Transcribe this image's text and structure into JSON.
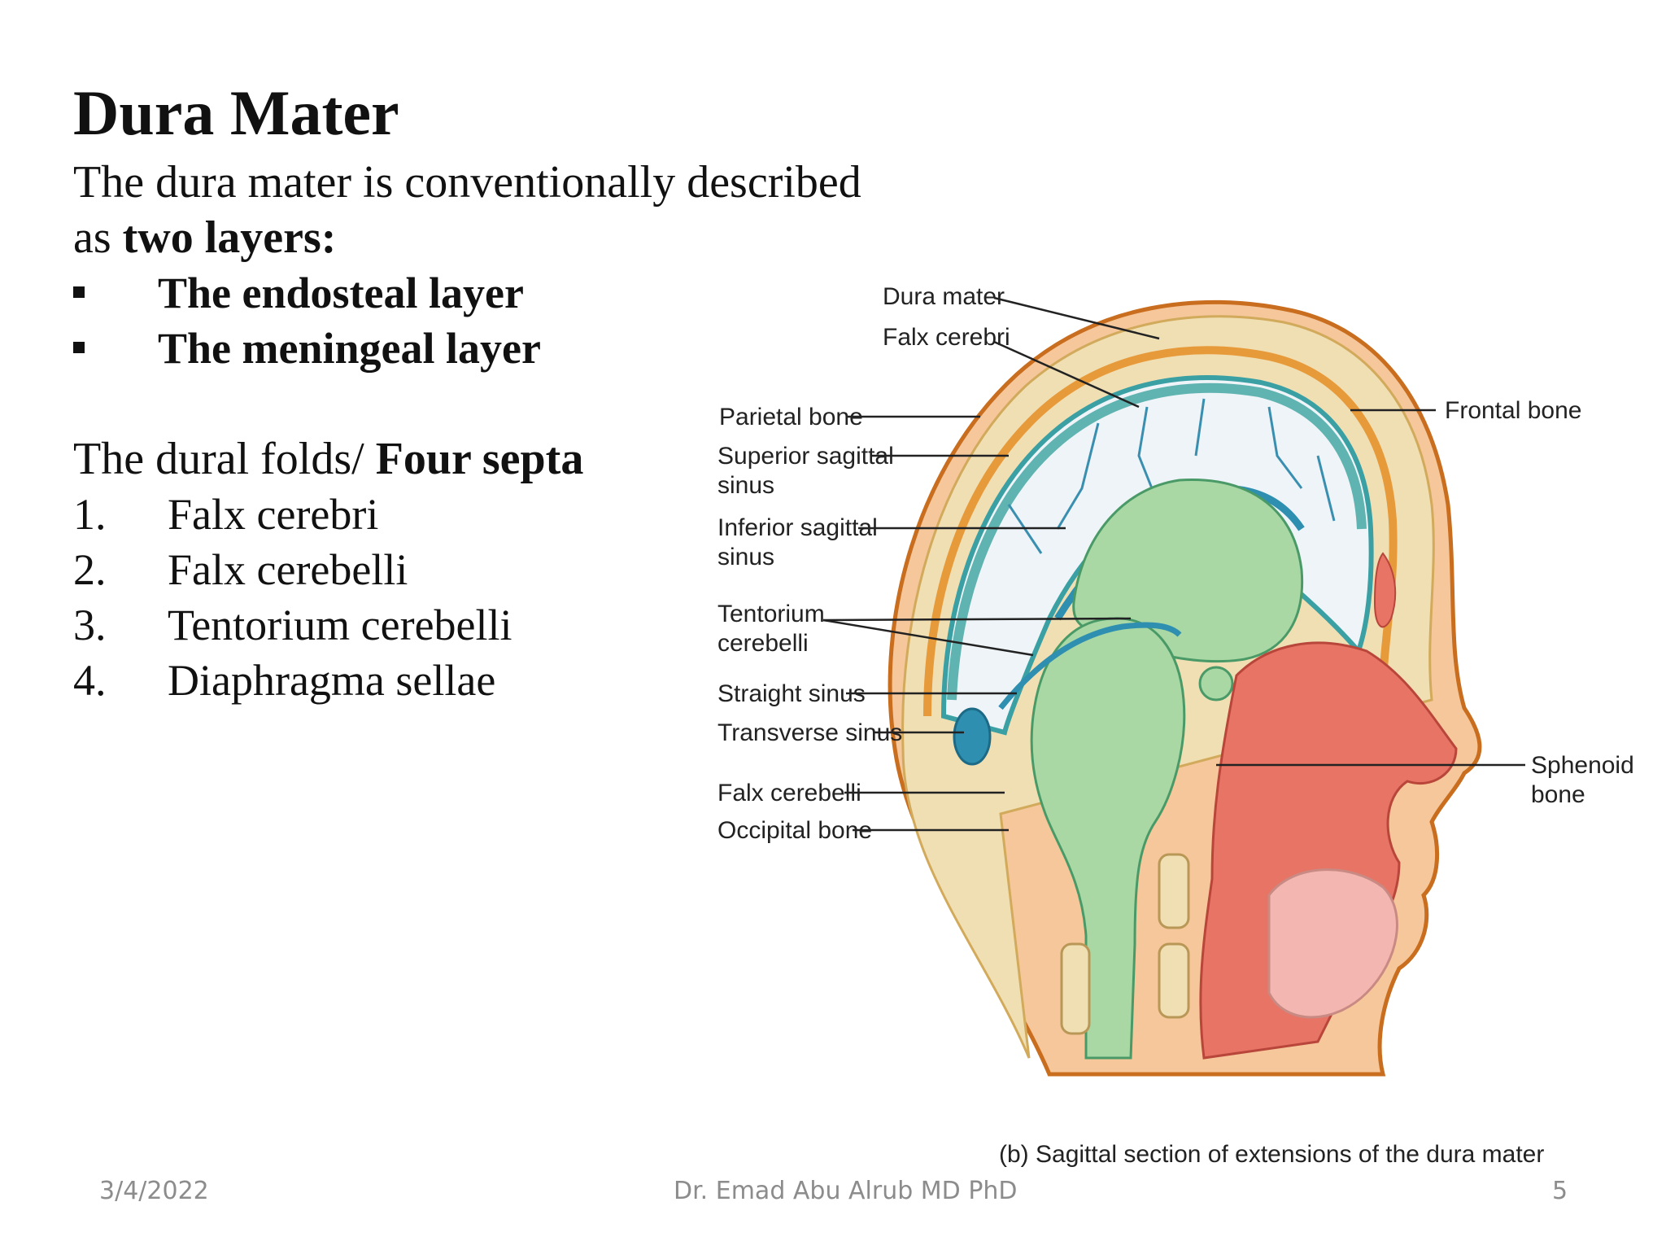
{
  "slide": {
    "title": "Dura Mater",
    "intro_line1": "The dura mater is conventionally described",
    "intro_line2_prefix": "as ",
    "intro_line2_bold": "two layers:",
    "layers": [
      "The endosteal layer",
      "The meningeal layer"
    ],
    "folds_prefix": "The dural folds/ ",
    "folds_bold": "Four septa",
    "septa": [
      {
        "num": "1.",
        "text": "Falx cerebri"
      },
      {
        "num": "2.",
        "text": "Falx cerebelli"
      },
      {
        "num": "3.",
        "text": "Tentorium cerebelli"
      },
      {
        "num": "4.",
        "text": "Diaphragma sellae"
      }
    ]
  },
  "figure": {
    "labels": {
      "dura_mater": "Dura mater",
      "falx_cerebri": "Falx cerebri",
      "parietal_bone": "Parietal bone",
      "superior_sagittal_1": "Superior sagittal",
      "superior_sagittal_2": "sinus",
      "inferior_sagittal_1": "Inferior sagittal",
      "inferior_sagittal_2": "sinus",
      "tentorium_1": "Tentorium",
      "tentorium_2": "cerebelli",
      "straight_sinus": "Straight sinus",
      "transverse_sinus": "Transverse sinus",
      "falx_cerebelli": "Falx cerebelli",
      "occipital_bone": "Occipital bone",
      "frontal_bone": "Frontal bone",
      "sphenoid_1": "Sphenoid",
      "sphenoid_2": "bone"
    },
    "caption": "(b) Sagittal section of extensions of the dura mater",
    "colors": {
      "bone": "#f1dfb4",
      "dura": "#e79a3a",
      "brain": "#a9d8a4",
      "sinus": "#2e8fb0",
      "nasal": "#e77465"
    }
  },
  "footer": {
    "date": "3/4/2022",
    "author": "Dr. Emad Abu Alrub MD PhD",
    "page": "5"
  }
}
